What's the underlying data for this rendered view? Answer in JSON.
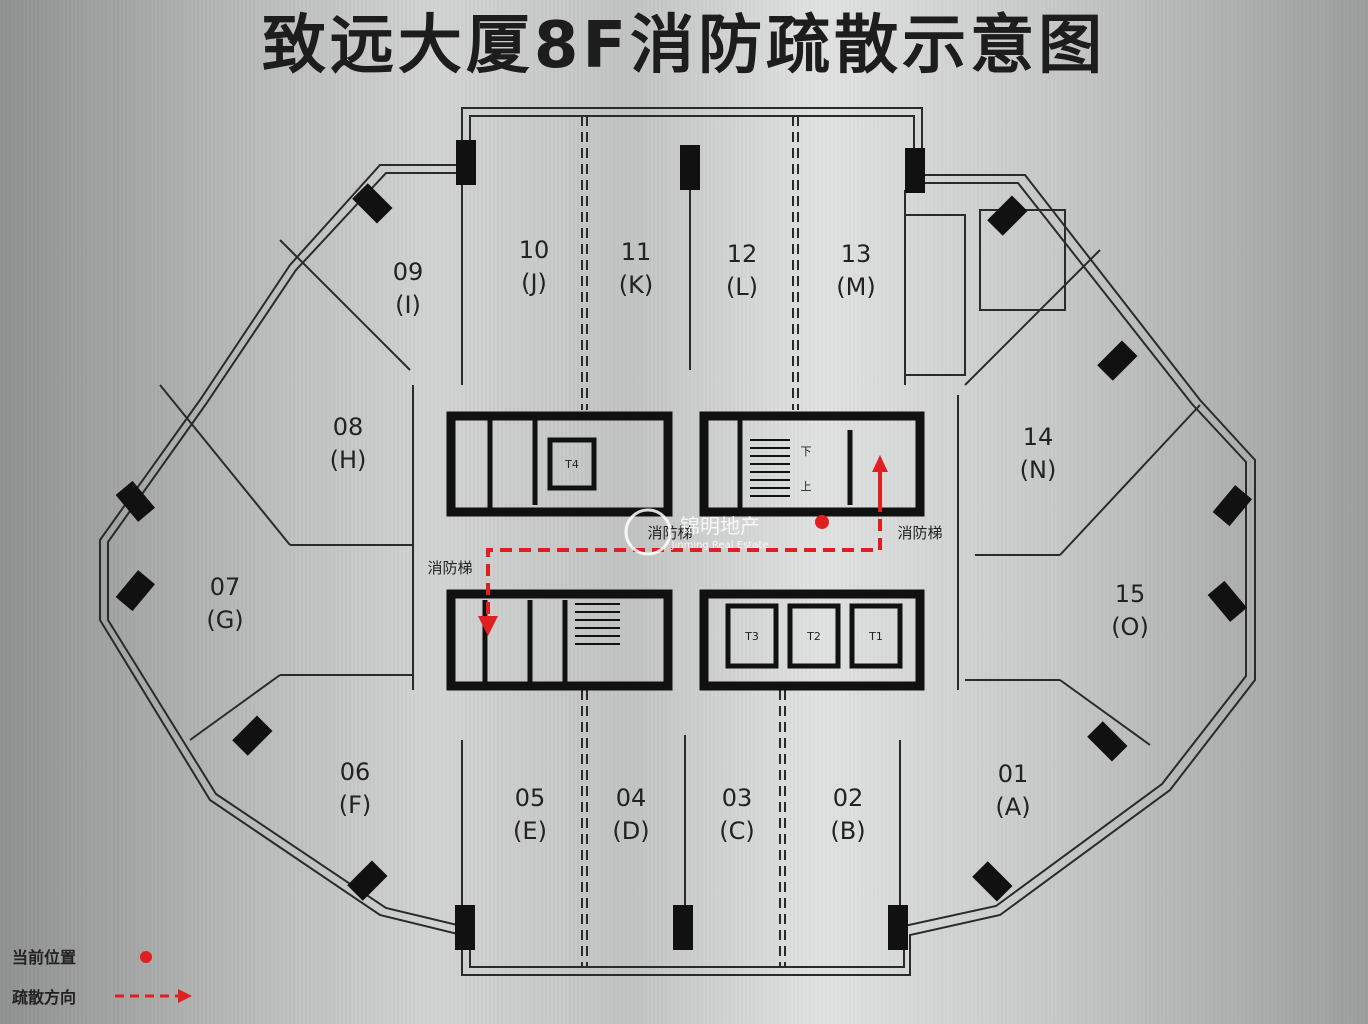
{
  "title": "致远大厦8F消防疏散示意图",
  "units": [
    {
      "num": "01",
      "letter": "(A)"
    },
    {
      "num": "02",
      "letter": "(B)"
    },
    {
      "num": "03",
      "letter": "(C)"
    },
    {
      "num": "04",
      "letter": "(D)"
    },
    {
      "num": "05",
      "letter": "(E)"
    },
    {
      "num": "06",
      "letter": "(F)"
    },
    {
      "num": "07",
      "letter": "(G)"
    },
    {
      "num": "08",
      "letter": "(H)"
    },
    {
      "num": "09",
      "letter": "(I)"
    },
    {
      "num": "10",
      "letter": "(J)"
    },
    {
      "num": "11",
      "letter": "(K)"
    },
    {
      "num": "12",
      "letter": "(L)"
    },
    {
      "num": "13",
      "letter": "(M)"
    },
    {
      "num": "14",
      "letter": "(N)"
    },
    {
      "num": "15",
      "letter": "(O)"
    }
  ],
  "elevators": [
    "T4",
    "T3",
    "T2",
    "T1"
  ],
  "fire_stairs": [
    "消防梯",
    "消防梯",
    "消防梯"
  ],
  "stair_marks": {
    "down": "下",
    "up": "上"
  },
  "legend": {
    "current_position": "当前位置",
    "evacuation_direction": "疏散方向"
  },
  "watermark": {
    "cn": "锦明地产",
    "en": "Jinming Real Estate"
  },
  "colors": {
    "wall": "#111111",
    "route": "#e02020",
    "plate": "#c8c9c9"
  }
}
